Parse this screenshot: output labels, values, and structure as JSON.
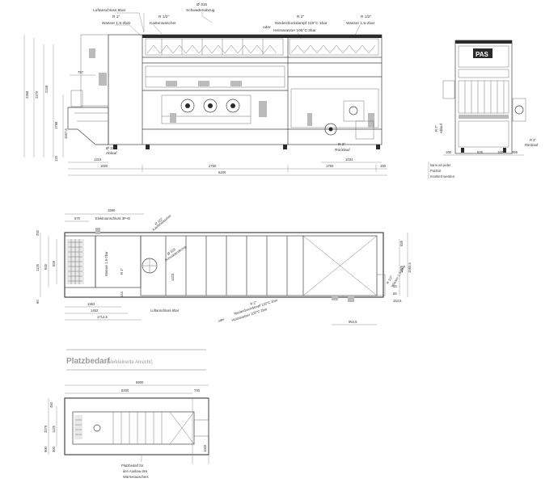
{
  "front_view": {
    "labels": {
      "luft_top": "Luftanschluss 6bar",
      "r1": "R 1\"",
      "wasser1": "Wasser 1,5-2bar",
      "r12": "R 1/2\"",
      "kastenwascher": "Kastenwäscher",
      "d315": "Ø 315",
      "schwaden": "Schwadenabzug",
      "r2": "R 2\"",
      "nieder": "Niederdruckdampf 119°C 1bar",
      "oder": "oder",
      "heiss": "Heisswasser 105°C 2bar",
      "r12b": "R 1/2\"",
      "wasser2": "Wasser 1,5-2bar",
      "d100": "Ø 100",
      "ablauf": "Ablauf",
      "r2b": "R 2\"",
      "ruecklauf": "Rücklauf"
    },
    "dims": {
      "h2368": "2368",
      "h2270": "2270",
      "h2248": "2248",
      "h1798": "1798",
      "h1557": "1557,5",
      "h757": "757",
      "h120": "120",
      "w1315": "1315",
      "w1034": "1034",
      "w1600": "1600",
      "w2750": "2750",
      "w1750": "1750",
      "w100": "100",
      "w6200": "6200"
    }
  },
  "side_view": {
    "brand": "PAS",
    "labels": {
      "r2": "R 2\"",
      "ablauf": "Ablauf",
      "r2b": "R 2\"",
      "ruecklauf": "Rücklauf"
    },
    "dims": {
      "d100a": "100",
      "d925": "925",
      "d100b": "100",
      "d355": "355"
    },
    "note": [
      "kann an jeder",
      "Putztür",
      "montiert werden"
    ]
  },
  "top_view": {
    "labels": {
      "elektro": "Elektroanschluss 3P+E",
      "r12": "R 1/2\"",
      "kastenwascher": "Kastenwäscher",
      "r1": "R 1\"",
      "wasser": "Wasser 1,5-2bar",
      "d315": "Ø 315",
      "schwaden": "Schwadenabzug",
      "luft": "Luftanschluss 6bar",
      "r2": "R 2\"",
      "nieder": "Niederdruckdampf 119°C 1bar",
      "oder": "oder",
      "heiss": "Heisswasser 105°C 2bar",
      "r12b": "R 1/2\"",
      "wasser2": "Wasser 1,5-2bar"
    },
    "dims": {
      "d1590": "1590",
      "d570": "570",
      "d292": "292",
      "d1125": "1125",
      "d945": "945",
      "d659": "659",
      "d60": "60",
      "d1363": "1363",
      "d1452": "1452",
      "d17125": "1712,5",
      "d1423": "1423",
      "d144": "144",
      "d9545": "954,5",
      "d555": "555",
      "d1125b": "1125",
      "d15925": "1592,5",
      "d15": "15",
      "d55": "55",
      "d1545": "154,5"
    }
  },
  "footprint": {
    "title": "Platzbedarf",
    "subtitle": "(Verkleinerte Ansicht)",
    "dims": {
      "d6900": "6900",
      "d6200": "6200",
      "d700": "700",
      "d450": "450",
      "d2475": "2475",
      "d1125": "1125",
      "d900": "900",
      "d300": "300",
      "d1000": "1000"
    },
    "note": [
      "Platzbedarf für",
      "den Ausbau des",
      "Wärmetauschers"
    ]
  }
}
